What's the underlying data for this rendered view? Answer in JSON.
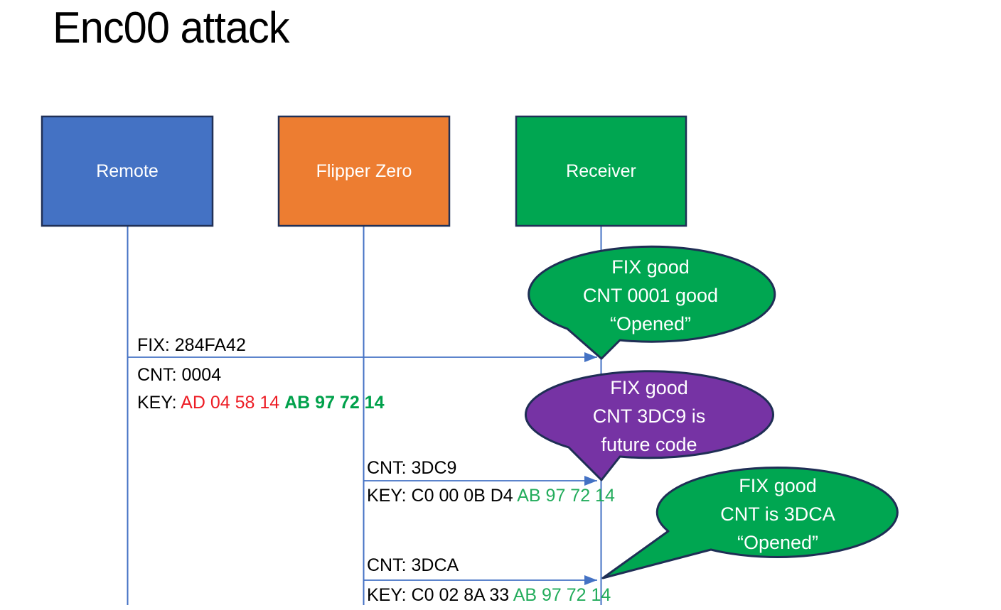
{
  "title": "Enc00 attack",
  "colors": {
    "actor_border": "#203057",
    "connector_blue": "#4472C4",
    "remote_fill": "#4472C4",
    "flipper_fill": "#ED7D31",
    "receiver_fill": "#00A651",
    "bubble_green": "#00A651",
    "bubble_purple": "#7633A4",
    "key_red": "#ED1C24",
    "key_green_bold": "#00A14B",
    "key_green": "#23AC5C",
    "text_black": "#000000",
    "text_white": "#FFFFFF"
  },
  "actors": [
    {
      "label": "Remote",
      "fill": "#4472C4"
    },
    {
      "label": "Flipper Zero",
      "fill": "#ED7D31"
    },
    {
      "label": "Receiver",
      "fill": "#00A651"
    }
  ],
  "messages": [
    {
      "from": "Remote",
      "to": "Receiver",
      "fix": "FIX: 284FA42",
      "cnt": "CNT: 0004",
      "key_label": "KEY: ",
      "key_red": "AD 04 58 14 ",
      "key_green": "AB 97 72 14"
    },
    {
      "from": "Flipper Zero",
      "to": "Receiver",
      "cnt": "CNT: 3DC9",
      "key_label": "KEY: C0 00 0B D4 ",
      "key_green": "AB 97 72 14"
    },
    {
      "from": "Flipper Zero",
      "to": "Receiver",
      "cnt": "CNT: 3DCA",
      "key_label": "KEY: C0 02 8A 33 ",
      "key_green": "AB 97 72 14"
    }
  ],
  "callouts": [
    {
      "fill": "#00A651",
      "lines": [
        "FIX good",
        "CNT 0001 good",
        "“Opened”"
      ]
    },
    {
      "fill": "#7633A4",
      "lines": [
        "FIX good",
        "CNT 3DC9 is",
        "future code"
      ]
    },
    {
      "fill": "#00A651",
      "lines": [
        "FIX good",
        "CNT is 3DCA",
        "“Opened”"
      ]
    }
  ]
}
